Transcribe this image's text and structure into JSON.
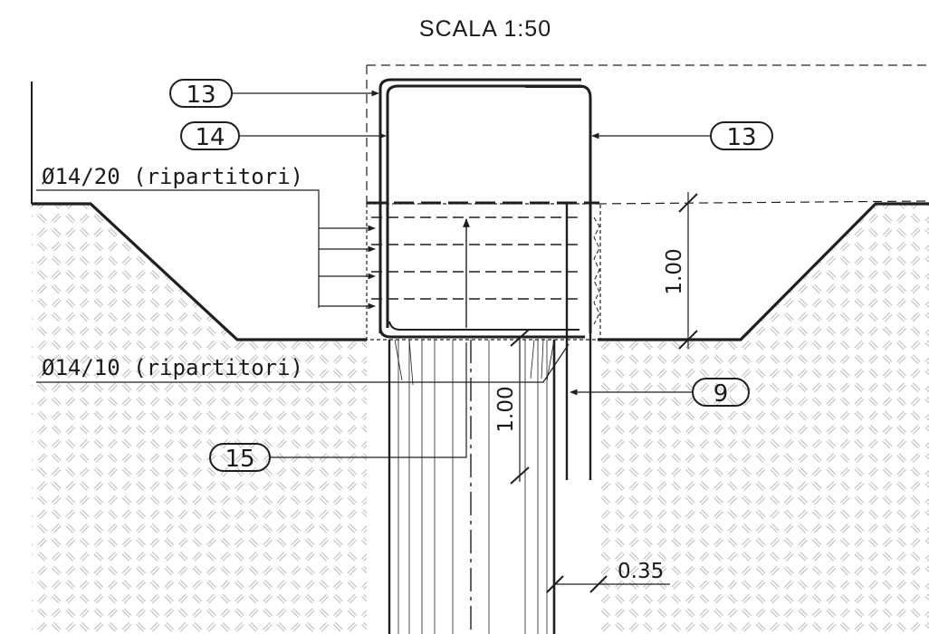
{
  "title": "SCALA 1:50",
  "callouts": [
    {
      "number": "13"
    },
    {
      "number": "14"
    },
    {
      "number": "13"
    },
    {
      "number": "9"
    },
    {
      "number": "15"
    }
  ],
  "rebar_labels": {
    "upper_distribution": "Ø14/20 (ripartitori)",
    "lower_distribution": "Ø14/10 (ripartitori)"
  },
  "dimensions": {
    "cap_embedment": "1.00",
    "bar_anchorage": "1.00",
    "offset": "0.35"
  },
  "colors": {
    "ink": "#1f1f1f",
    "paper": "#ffffff",
    "hatch": "#b8b8b8"
  }
}
